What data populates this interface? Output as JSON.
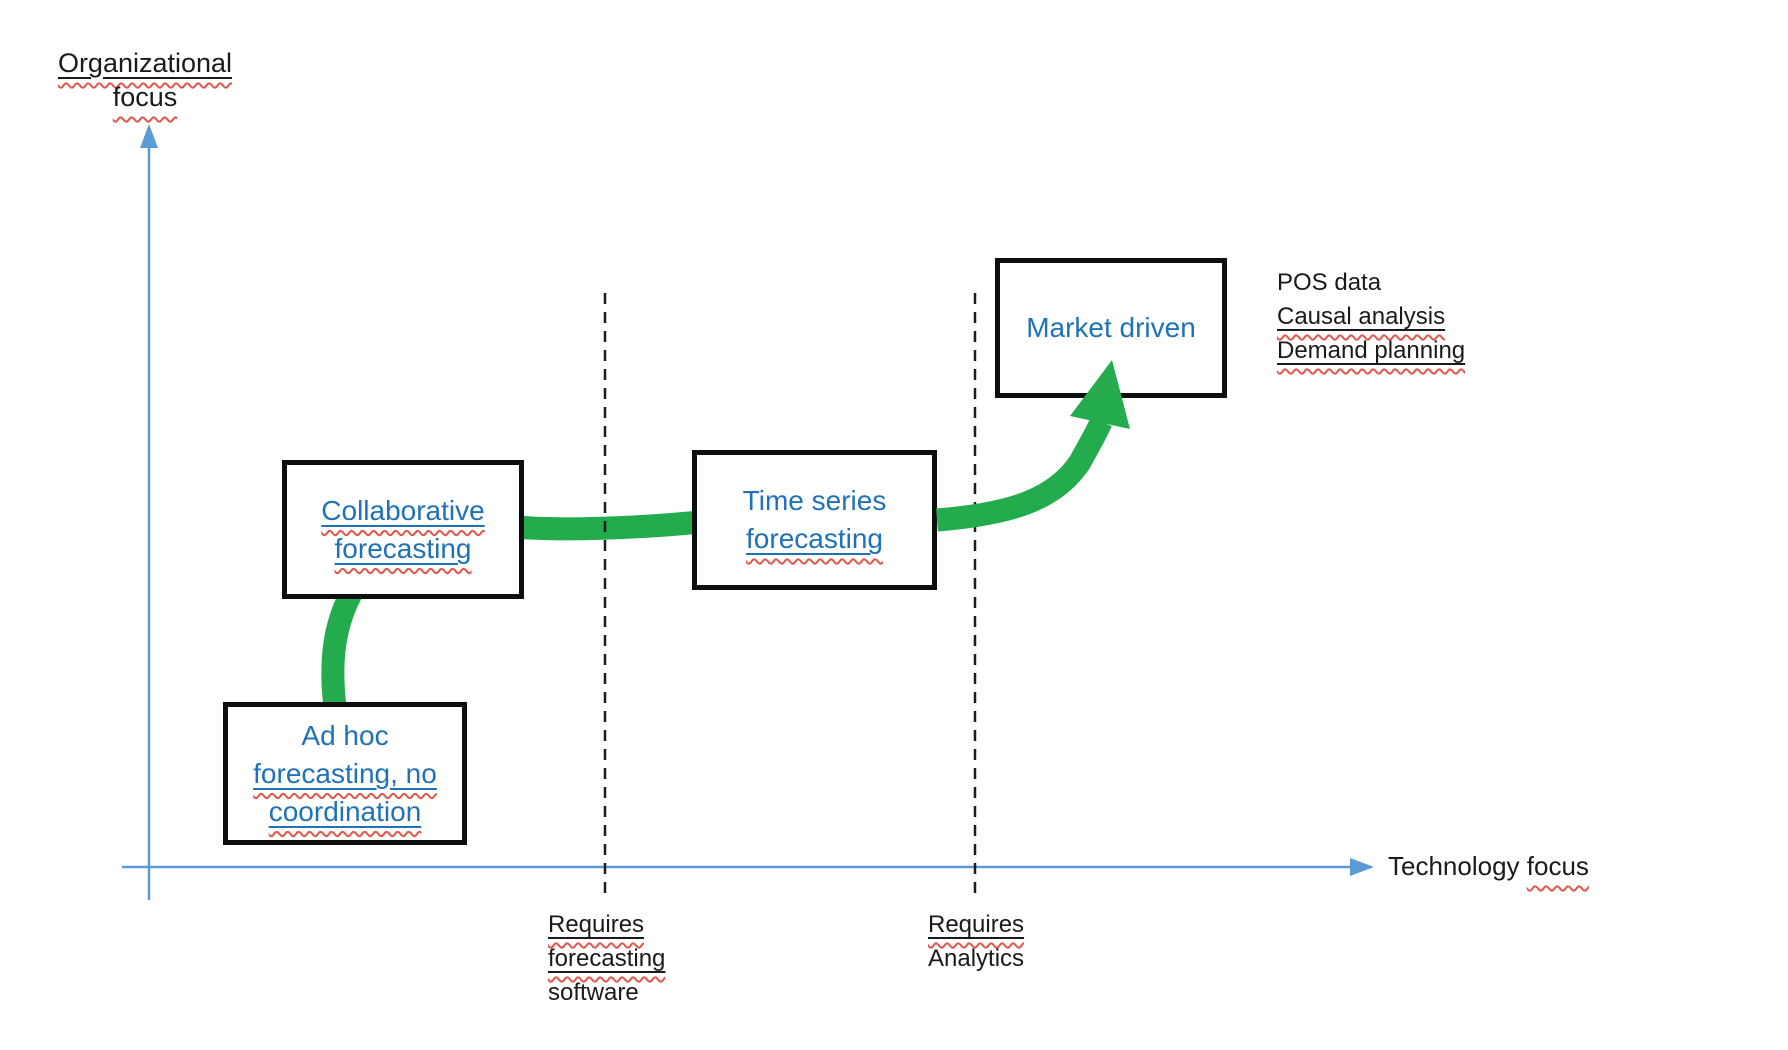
{
  "diagram": {
    "y_axis_label": {
      "line1": "Organizational",
      "line2": "focus"
    },
    "x_axis_label": {
      "word1": "Technology",
      "word2": "focus"
    },
    "stages": {
      "ad_hoc": {
        "line1": "Ad hoc",
        "line2": "forecasting, no",
        "line3": "coordination"
      },
      "collaborative": {
        "line1": "Collaborative",
        "line2": "forecasting"
      },
      "time_series": {
        "line1": "Time series",
        "line2": "forecasting"
      },
      "market_driven": {
        "line1": "Market driven"
      }
    },
    "market_driven_notes": {
      "line1": "POS data",
      "line2": "Causal analysis",
      "line3": "Demand planning"
    },
    "threshold_1": {
      "line1": "Requires",
      "line2": "forecasting",
      "line3": "software"
    },
    "threshold_2": {
      "line1": "Requires",
      "line2": "Analytics"
    },
    "colors": {
      "flow_green": "#23ab4d",
      "axis_blue": "#5b9bd5",
      "stage_text_blue": "#1f71b8",
      "box_border": "#0e0e0e",
      "text_black": "#1a1a1a",
      "spellcheck_red": "#e2574c"
    }
  }
}
